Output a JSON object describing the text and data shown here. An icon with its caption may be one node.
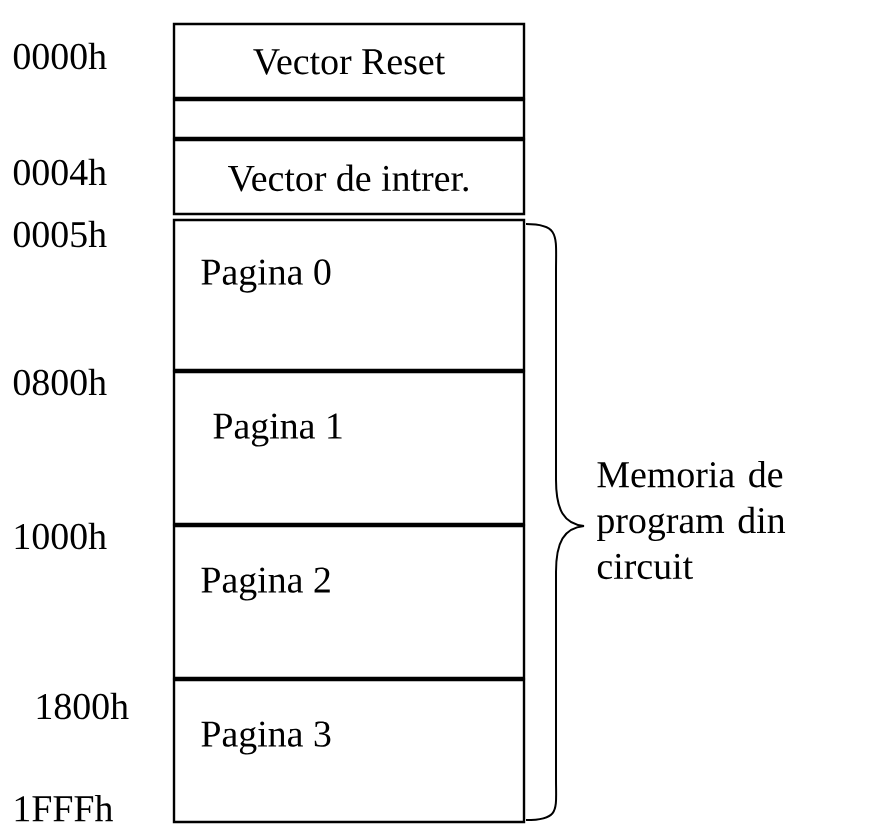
{
  "diagram": {
    "nodes": [
      {
        "text": [
          "Vector Reset"
        ]
      },
      {
        "text": [],
        "shape": "box"
      },
      {
        "text": [
          "Vector de intrer."
        ]
      },
      {
        "text": [
          "Pagina 0"
        ]
      },
      {
        "text": [
          "Pagina 1"
        ]
      },
      {
        "text": [
          "Pagina 2"
        ]
      },
      {
        "text": [
          "Pagina 3"
        ]
      }
    ],
    "labels": [
      "0000h",
      "0004h",
      "0005h",
      "0800h",
      "1000h",
      "1800h",
      "1FFFh",
      "Memoria de program din circuit"
    ]
  }
}
